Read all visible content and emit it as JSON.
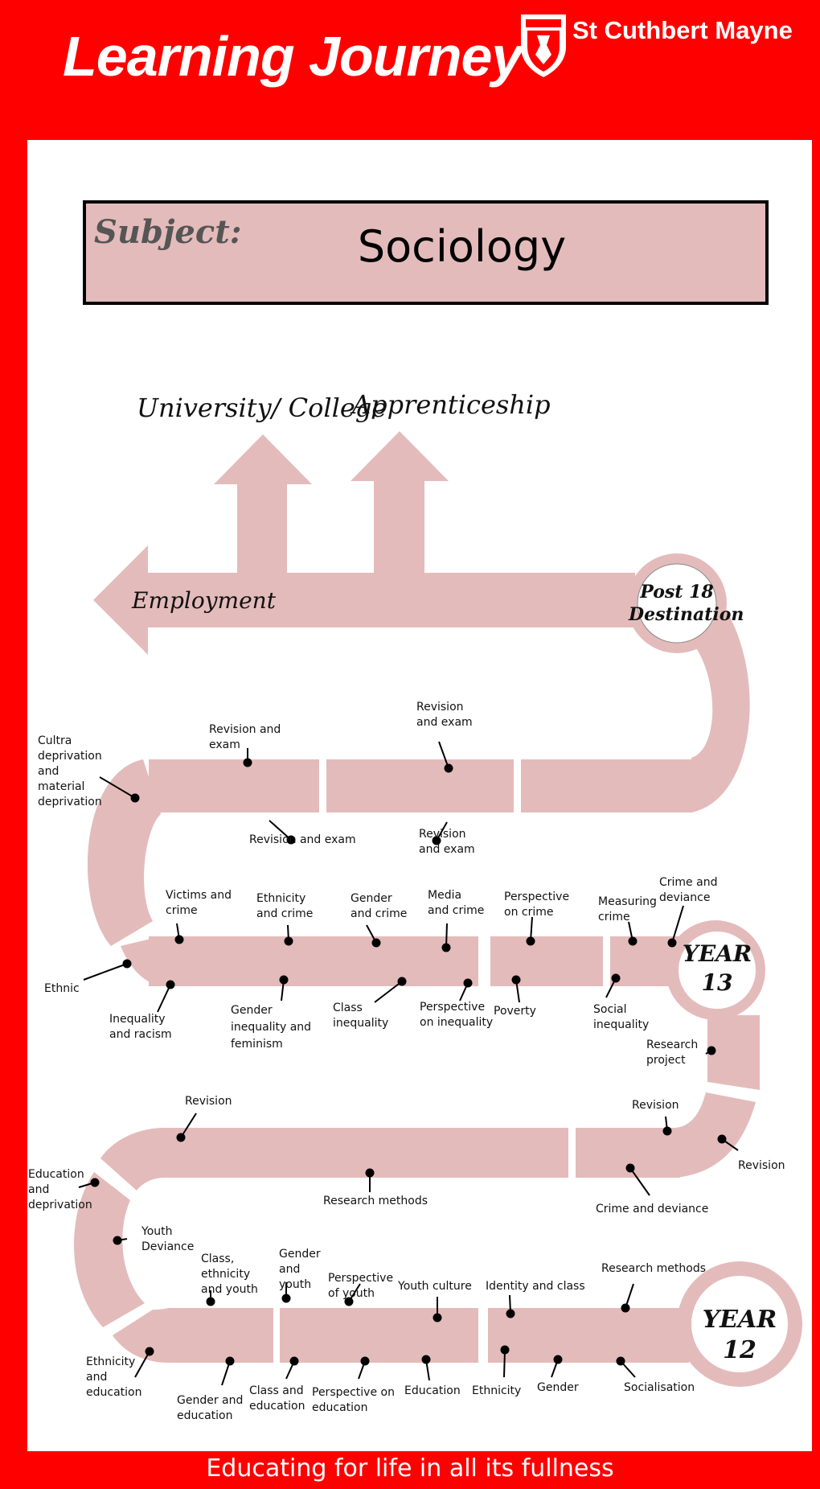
{
  "header": {
    "title": "Learning Journey",
    "school_name": "St Cuthbert Mayne",
    "colors": {
      "background": "#ff0000",
      "path": "#e4bbbb",
      "text": "#ffffff"
    }
  },
  "subject": {
    "label": "Subject:",
    "value": "Sociology"
  },
  "destinations": {
    "university": "University/ College",
    "apprenticeship": "Apprenticeship",
    "employment": "Employment",
    "post18_line1": "Post 18",
    "post18_line2": "Destination"
  },
  "year13": {
    "badge_word": "YEAR",
    "badge_number": "13",
    "labels": {
      "cultural_deprivation": "Cultra\ndeprivation\nand\nmaterial\ndeprivation",
      "revision_exam_1": "Revision and\nexam",
      "revision_exam_2": "Revision and exam",
      "revision_exam_3": "Revision\nand exam",
      "revision_exam_4": "Revision\nand exam",
      "victims_crime": "Victims and\ncrime",
      "ethnicity_crime": "Ethnicity\nand crime",
      "gender_crime": "Gender\nand crime",
      "media_crime": "Media\nand crime",
      "perspective_crime": "Perspective\non crime",
      "measuring_crime": "Measuring\ncrime",
      "crime_deviance": "Crime and\ndeviance",
      "ethnic": "Ethnic",
      "inequality_racism": "Inequality\nand racism",
      "gender_inequality": "Gender\ninequality and\nfeminism",
      "class_inequality": "Class\ninequality",
      "perspective_inequality": "Perspective\non inequality",
      "poverty": "Poverty",
      "social_inequality": "Social\ninequality",
      "research_project": "Research\nproject"
    }
  },
  "year12": {
    "badge_word": "YEAR",
    "badge_number": "12",
    "labels": {
      "revision_left": "Revision",
      "revision_right": "Revision",
      "revision_outer": "Revision",
      "education_deprivation": "Education\nand\ndeprivation",
      "research_methods_mid": "Research methods",
      "crime_deviance": "Crime and deviance",
      "youth_deviance": "Youth\nDeviance",
      "class_ethnicity_youth": "Class,\nethnicity\nand youth",
      "gender_youth": "Gender\nand\nyouth",
      "perspective_youth": "Perspective\nof youth",
      "youth_culture": "Youth culture",
      "identity_class": "Identity and class",
      "research_methods_top": "Research methods",
      "ethnicity_education": "Ethnicity\nand\neducation",
      "gender_education": "Gender and\neducation",
      "class_education": "Class and\neducation",
      "perspective_education": "Perspective on\neducation",
      "education": "Education",
      "ethnicity": "Ethnicity",
      "gender": "Gender",
      "socialisation": "Socialisation"
    }
  },
  "footer": {
    "tagline": "Educating for life in all its fullness"
  }
}
